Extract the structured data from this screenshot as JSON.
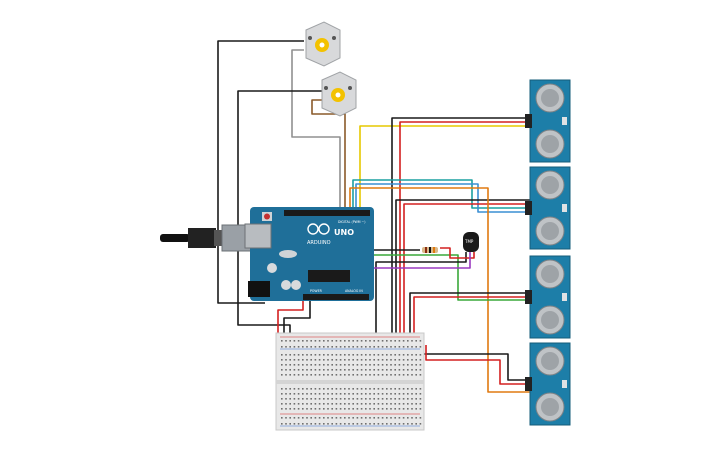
{
  "canvas": {
    "background": "#ffffff"
  },
  "arduino": {
    "brand": "ARDUINO",
    "model": "UNO",
    "header_label": "DIGITAL (PWM ~)",
    "power_label": "POWER",
    "analog_label": "ANALOG IN",
    "board_color": "#1f6f99"
  },
  "sensor": {
    "label": "TMP",
    "module_color": "#1d7ea8"
  },
  "motors": {
    "count": 2
  },
  "ultrasonic_sensors": {
    "count": 4
  },
  "wire_colors": {
    "black": "#1a1a1a",
    "red": "#d42020",
    "yellow": "#e6c800",
    "orange": "#e07a10",
    "blue": "#3a8fd4",
    "green": "#3aa83a",
    "brown": "#8a5a2a",
    "gray": "#909090",
    "purple": "#9a3ac0",
    "teal": "#1aa0a0"
  }
}
